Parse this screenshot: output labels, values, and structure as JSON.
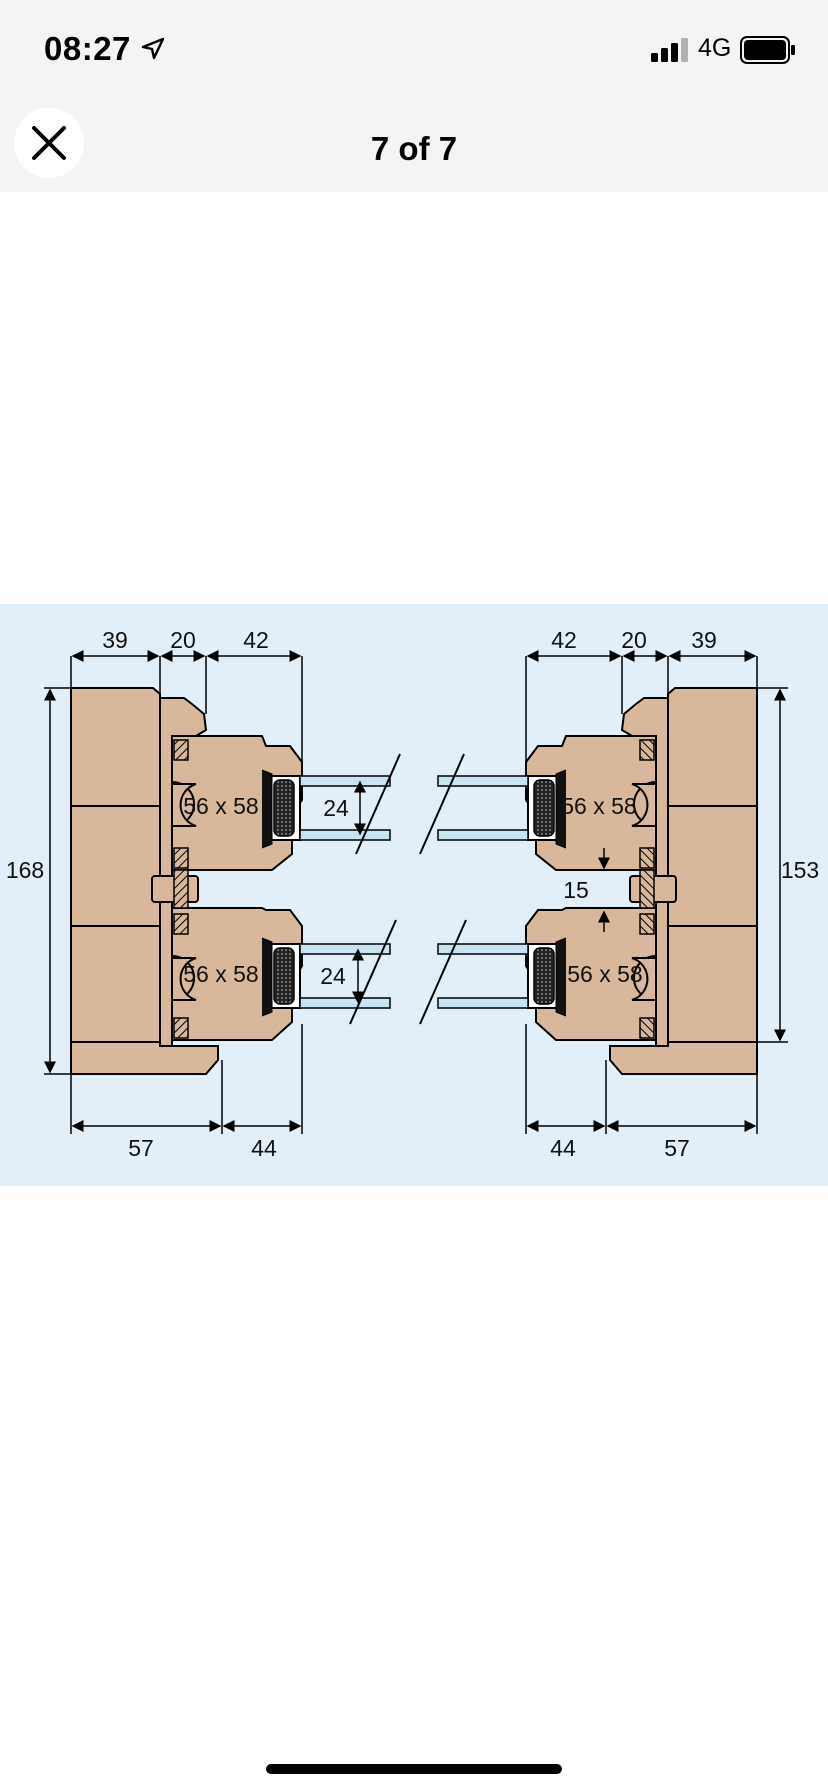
{
  "status": {
    "time": "08:27",
    "network": "4G",
    "icons": [
      "location-arrow-icon",
      "signal-bars-icon",
      "battery-icon"
    ]
  },
  "nav": {
    "title": "7 of 7",
    "close_icon": "close-icon"
  },
  "diagram": {
    "background": "#e3eff8",
    "wood_color": "#d8b79a",
    "glass_color": "#c8e3f2",
    "left": {
      "top_dims": [
        "39",
        "20",
        "42"
      ],
      "height": "168",
      "upper_section": "56 x 58",
      "lower_section": "56 x 58",
      "upper_glass": "24",
      "lower_glass": "24",
      "bottom_dims": [
        "57",
        "44"
      ]
    },
    "right": {
      "top_dims": [
        "42",
        "20",
        "39"
      ],
      "height": "153",
      "gap": "15",
      "upper_section": "56 x 58",
      "lower_section": "56 x 58",
      "bottom_dims": [
        "44",
        "57"
      ]
    }
  }
}
